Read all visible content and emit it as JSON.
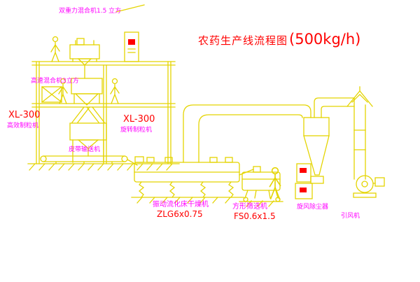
{
  "title": {
    "text": "农药生产线流程图",
    "capacity": "(500kg/h)"
  },
  "labels": {
    "gravity_mixer": "双重力混合机1.5 立方",
    "high_speed_mixer": "高速混合机3立方",
    "granulator_left_model": "XL-300",
    "granulator_left_name": "高效制粒机",
    "granulator_right_model": "XL-300",
    "granulator_right_name": "旋转制粒机",
    "belt_conveyor": "皮带输送机",
    "dryer_name": "振动流化床干燥机",
    "dryer_model": "ZLG6x0.75",
    "sieve_name": "方形筛选机",
    "sieve_model": "FS0.6x1.5",
    "cyclone_name": "旋风除尘器",
    "fan_name": "引风机"
  },
  "colors": {
    "line": "#e4d400",
    "label": "#ff00ff",
    "model": "#ff0000",
    "title": "#ff0000",
    "background": "#ffffff"
  }
}
